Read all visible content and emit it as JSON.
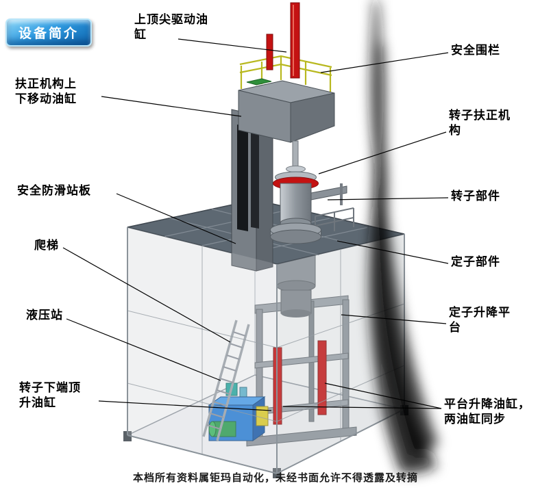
{
  "badge": {
    "label": "设备简介"
  },
  "labels": {
    "top_cylinder": "上顶尖驱动油\n缸",
    "safety_fence": "安全围栏",
    "centering_cylinder": "扶正机构上\n下移动油缸",
    "rotor_centering": "转子扶正机\n构",
    "anti_slip_plate": "安全防滑站板",
    "rotor_part": "转子部件",
    "ladder": "爬梯",
    "stator_part": "定子部件",
    "hydraulic_station": "液压站",
    "stator_lift_platform": "定子升降平\n台",
    "rotor_bottom_jack": "转子下端顶\n升油缸",
    "platform_lift_cylinders": "平台升降油缸，\n两油缸同步"
  },
  "footer": "本档所有资料属钜玛自动化，未经书面允许不得透露及转摘",
  "colors": {
    "cylinder_red": "#c41212",
    "railing_yellow": "#b8b81f",
    "hydraulic_blue": "#2b7ed2",
    "motor_green": "#2f9d52",
    "platform_slate": "#5d6872",
    "badge_blue": "#2f9ae0"
  }
}
